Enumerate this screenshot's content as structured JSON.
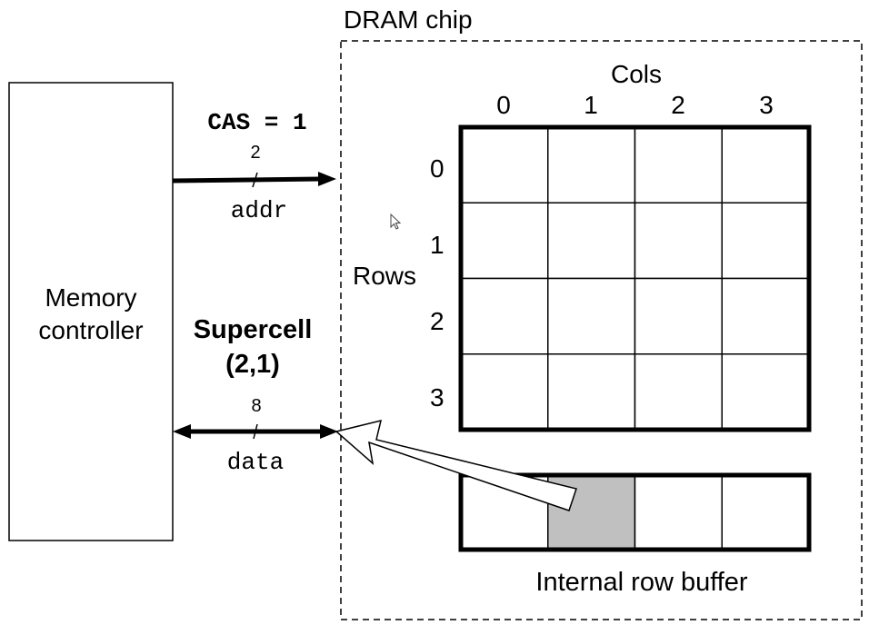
{
  "memory_controller": {
    "label_line1": "Memory",
    "label_line2": "controller"
  },
  "dram_chip": {
    "title": "DRAM chip",
    "cols_label": "Cols",
    "rows_label": "Rows",
    "col_indices": [
      "0",
      "1",
      "2",
      "3"
    ],
    "row_indices": [
      "0",
      "1",
      "2",
      "3"
    ],
    "grid": {
      "rows": 4,
      "cols": 4
    },
    "row_buffer": {
      "label": "Internal row buffer",
      "cells": 4,
      "highlighted_cell": 1,
      "highlight_color": "#c0c0c0"
    }
  },
  "addr_bus": {
    "signal": "CAS = 1",
    "width": "2",
    "name": "addr"
  },
  "data_bus": {
    "width": "8",
    "name": "data"
  },
  "supercell": {
    "line1": "Supercell",
    "line2": "(2,1)"
  },
  "colors": {
    "stroke": "#000000",
    "background": "#ffffff",
    "highlight": "#c0c0c0"
  }
}
